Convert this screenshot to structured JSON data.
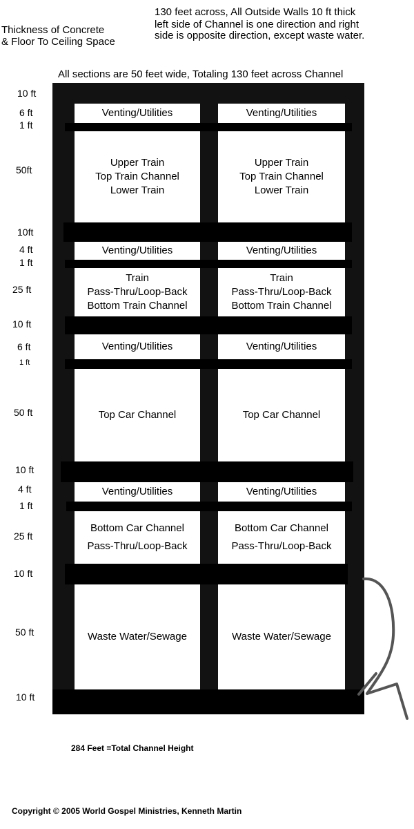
{
  "header": {
    "left_line1": "Thickness of Concrete",
    "left_line2": "& Floor To Ceiling Space",
    "right_line1": "130 feet across, All Outside Walls 10 ft thick",
    "right_line2": "left side of Channel is one direction and right",
    "right_line3": "side is opposite direction, except waste water.",
    "subtitle": "All sections are 50 feet wide, Totaling 130 feet across Channel"
  },
  "dimensions": [
    "10 ft",
    "6 ft",
    "1 ft",
    "50ft",
    "10ft",
    "4 ft",
    "1 ft",
    "25 ft",
    "10 ft",
    "6 ft",
    "1 ft",
    "50 ft",
    "10 ft",
    "4 ft",
    "1 ft",
    "25 ft",
    "10 ft",
    "50 ft",
    "10 ft"
  ],
  "sections": {
    "vent1": {
      "left": "Venting/Utilities",
      "right": "Venting/Utilities"
    },
    "train_top": {
      "left": [
        "Upper Train",
        "Top Train Channel",
        "Lower Train"
      ],
      "right": [
        "Upper Train",
        "Top Train Channel",
        "Lower Train"
      ]
    },
    "vent2": {
      "left": "Venting/Utilities",
      "right": "Venting/Utilities"
    },
    "train_bottom": {
      "left": [
        "Train",
        "Pass-Thru/Loop-Back",
        "Bottom Train Channel"
      ],
      "right": [
        "Train",
        "Pass-Thru/Loop-Back",
        "Bottom Train Channel"
      ]
    },
    "vent3": {
      "left": "Venting/Utilities",
      "right": "Venting/Utilities"
    },
    "car_top": {
      "left": "Top Car Channel",
      "right": "Top Car Channel"
    },
    "vent4": {
      "left": "Venting/Utilities",
      "right": "Venting/Utilities"
    },
    "car_bottom": {
      "left": [
        "Bottom Car Channel",
        "Pass-Thru/Loop-Back"
      ],
      "right": [
        "Bottom Car Channel",
        "Pass-Thru/Loop-Back"
      ]
    },
    "waste": {
      "left": "Waste Water/Sewage",
      "right": "Waste Water/Sewage"
    }
  },
  "footer": {
    "total_height": "284 Feet =Total Channel Height",
    "copyright": "Copyright © 2005 World Gospel Ministries, Kenneth Martin"
  },
  "colors": {
    "concrete": "#121212",
    "band": "#000000",
    "space": "#ffffff",
    "arrow": "#555555"
  }
}
